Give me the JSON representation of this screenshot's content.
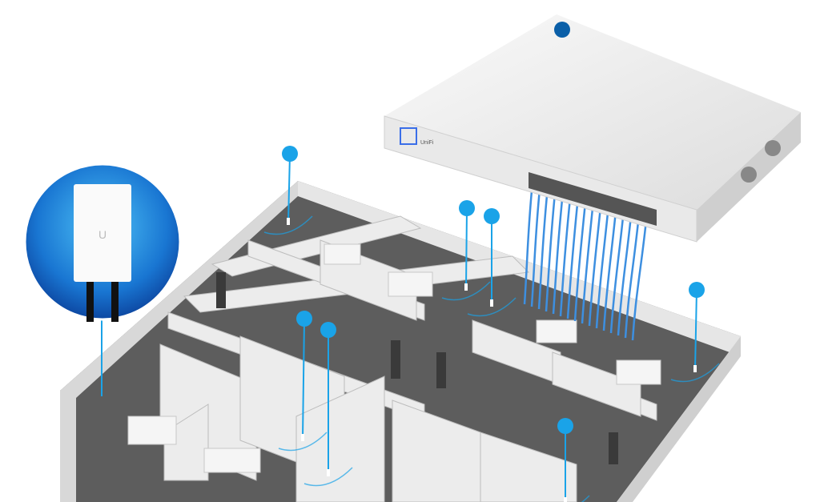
{
  "scene": {
    "subject": "network-deployment-illustration",
    "switch_logo": "UniFi",
    "accent_color": "#1aa3e8",
    "switch_dot_color": "#0a5fa8",
    "floor_color": "#5d5d5d",
    "wall_color": "#e6e6e6"
  },
  "access_points": [
    {
      "id": "ap-1"
    },
    {
      "id": "ap-2"
    },
    {
      "id": "ap-3"
    },
    {
      "id": "ap-4"
    },
    {
      "id": "ap-5"
    },
    {
      "id": "ap-6"
    },
    {
      "id": "ap-7"
    },
    {
      "id": "ap-8"
    }
  ],
  "inset": {
    "product": "in-wall-access-point",
    "logo": "U"
  }
}
